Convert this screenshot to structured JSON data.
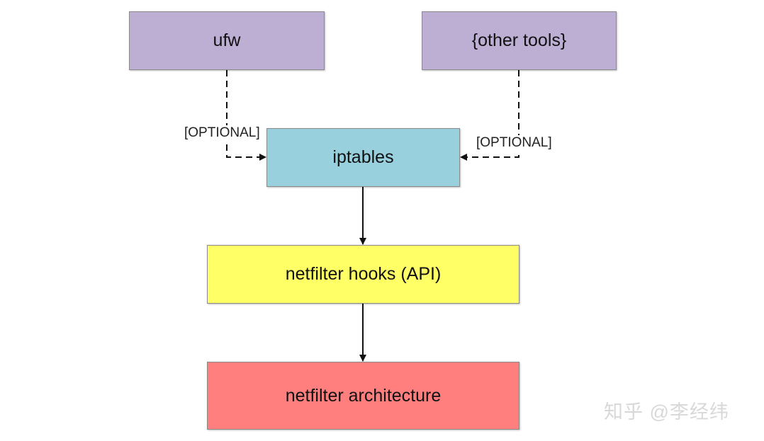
{
  "nodes": {
    "ufw": {
      "label": "ufw",
      "color": "#bdafd4"
    },
    "other_tools": {
      "label": "{other tools}",
      "color": "#bdafd4"
    },
    "iptables": {
      "label": "iptables",
      "color": "#98d0de"
    },
    "netfilter_hooks": {
      "label": "netfilter hooks (API)",
      "color": "#ffff66"
    },
    "netfilter_architecture": {
      "label": "netfilter architecture",
      "color": "#ff7f7f"
    }
  },
  "edges": [
    {
      "from": "ufw",
      "to": "iptables",
      "style": "dashed",
      "label": "[OPTIONAL]"
    },
    {
      "from": "other_tools",
      "to": "iptables",
      "style": "dashed",
      "label": "[OPTIONAL]"
    },
    {
      "from": "iptables",
      "to": "netfilter_hooks",
      "style": "solid"
    },
    {
      "from": "netfilter_hooks",
      "to": "netfilter_architecture",
      "style": "solid"
    }
  ],
  "watermark": "知乎 @李经纬"
}
